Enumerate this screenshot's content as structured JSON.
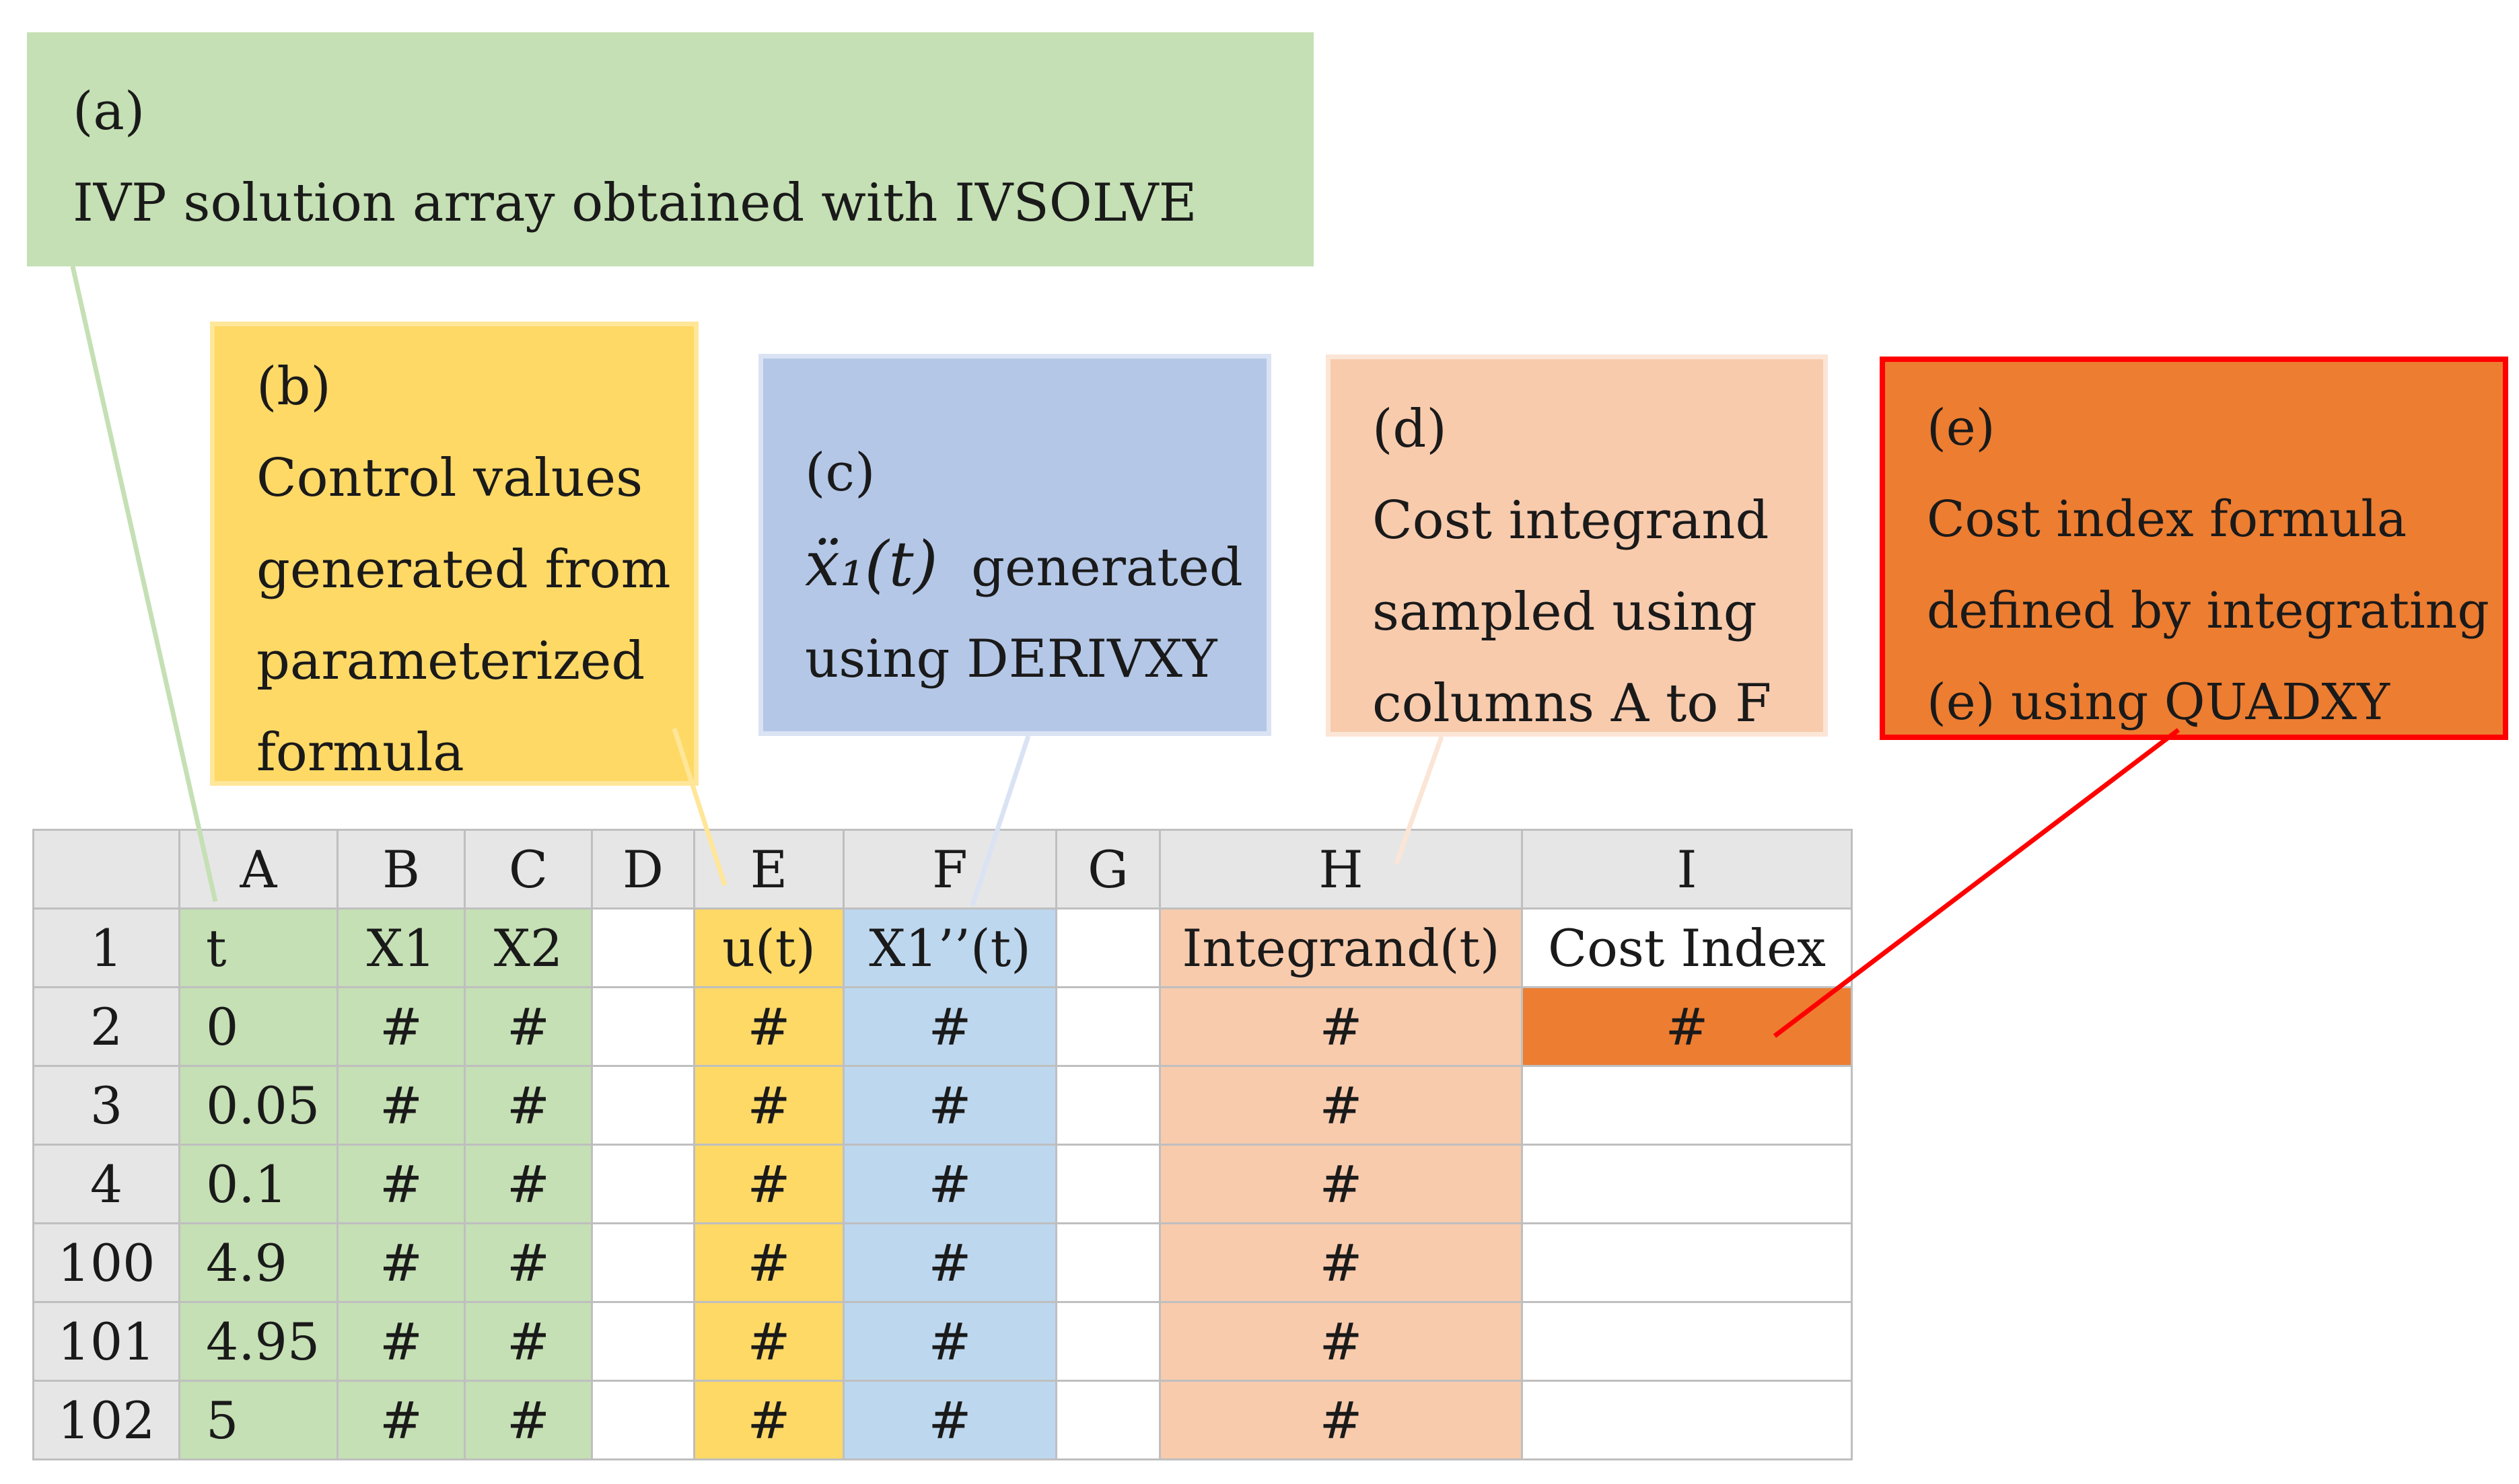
{
  "callouts": {
    "a": {
      "lines": [
        "(a)",
        "IVP solution array obtained with IVSOLVE"
      ]
    },
    "b": {
      "lines": [
        "(b)",
        "Control values",
        "generated from",
        "parameterized",
        "formula"
      ]
    },
    "c": {
      "label": "(c)",
      "math": "ẍ₁(t)",
      "after_math": "generated",
      "line3": "using DERIVXY"
    },
    "d": {
      "lines": [
        "(d)",
        "Cost integrand",
        "sampled using",
        "columns A to F"
      ]
    },
    "e": {
      "lines": [
        "(e)",
        "Cost index formula",
        "defined by integrating",
        "(e) using QUADXY"
      ]
    }
  },
  "sheet": {
    "columns": [
      "A",
      "B",
      "C",
      "D",
      "E",
      "F",
      "G",
      "H",
      "I"
    ],
    "rows": [
      {
        "num": "1",
        "cells": [
          "t",
          "X1",
          "X2",
          "",
          "u(t)",
          "X1’’(t)",
          "",
          "Integrand(t)",
          "Cost Index"
        ]
      },
      {
        "num": "2",
        "cells": [
          "0",
          "#",
          "#",
          "",
          "#",
          "#",
          "",
          "#",
          "#"
        ]
      },
      {
        "num": "3",
        "cells": [
          "0.05",
          "#",
          "#",
          "",
          "#",
          "#",
          "",
          "#",
          ""
        ]
      },
      {
        "num": "4",
        "cells": [
          "0.1",
          "#",
          "#",
          "",
          "#",
          "#",
          "",
          "#",
          ""
        ]
      },
      {
        "num": "100",
        "cells": [
          "4.9",
          "#",
          "#",
          "",
          "#",
          "#",
          "",
          "#",
          ""
        ]
      },
      {
        "num": "101",
        "cells": [
          "4.95",
          "#",
          "#",
          "",
          "#",
          "#",
          "",
          "#",
          ""
        ]
      },
      {
        "num": "102",
        "cells": [
          "5",
          "#",
          "#",
          "",
          "#",
          "#",
          "",
          "#",
          ""
        ]
      }
    ]
  },
  "colors": {
    "green": "#c5e0b4",
    "yellow": "#ffd966",
    "blue": "#b4c7e7",
    "light_blue": "#bdd7ee",
    "peach": "#f8cbad",
    "orange": "#ed7d31",
    "red": "#ff0000",
    "header_gray": "#e7e6e6"
  }
}
